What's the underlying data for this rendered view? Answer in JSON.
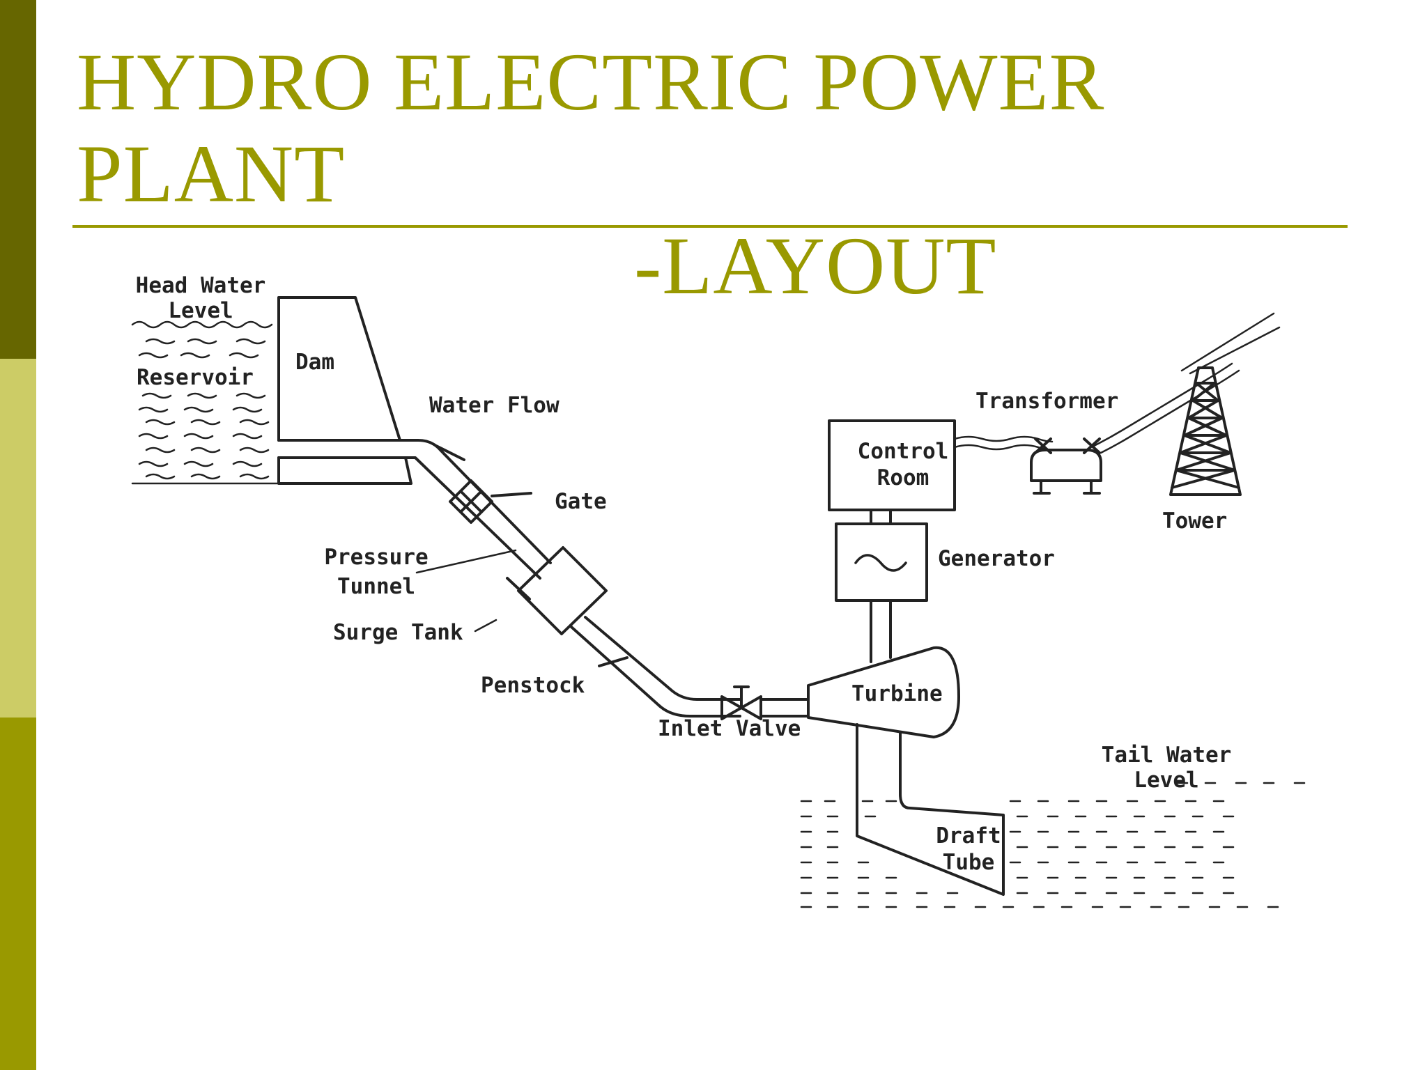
{
  "title": {
    "line1": "HYDRO ELECTRIC POWER PLANT",
    "line2": "-LAYOUT"
  },
  "colors": {
    "accent": "#999900",
    "sidebar_dark": "#666600",
    "sidebar_light": "#cccc66",
    "ink": "#222222"
  },
  "labels": {
    "head_water_level": [
      "Head Water",
      "Level"
    ],
    "dam": "Dam",
    "reservoir": "Reservoir",
    "water_flow": "Water Flow",
    "gate": "Gate",
    "pressure_tunnel": [
      "Pressure",
      "Tunnel"
    ],
    "surge_tank": "Surge Tank",
    "penstock": "Penstock",
    "inlet_valve": "Inlet Valve",
    "turbine": "Turbine",
    "control_room": [
      "Control",
      "Room"
    ],
    "generator": "Generator",
    "transformer": "Transformer",
    "tower": "Tower",
    "tail_water_level": [
      "Tail Water",
      "Level"
    ],
    "draft_tube": [
      "Draft",
      "Tube"
    ]
  }
}
